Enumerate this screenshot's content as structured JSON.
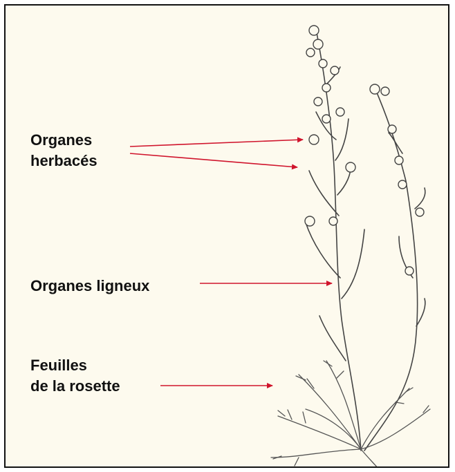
{
  "labels": {
    "herbaceous": "Organes\nherbacés",
    "woody": "Organes ligneux",
    "rosette": "Feuilles\nde la rosette"
  },
  "colors": {
    "background": "#fdfaee",
    "arrow": "#d0142c",
    "stem": "#444444"
  },
  "icons": [
    "plant-illustration"
  ]
}
